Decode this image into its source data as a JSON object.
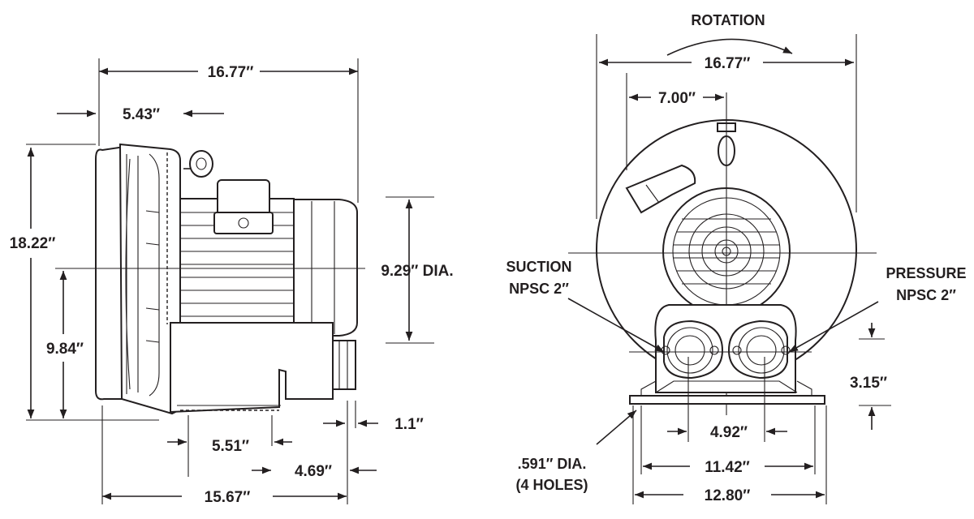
{
  "side_view": {
    "overall_length": "16.77″",
    "inlet_offset": "5.43″",
    "height": "18.22″",
    "motor_dia": "9.29″ DIA.",
    "center_height": "9.84″",
    "foot_span": "5.51″",
    "flange_offset": "1.1″",
    "port_offset": "4.69″",
    "base_length": "15.67″"
  },
  "front_view": {
    "rotation_label": "ROTATION",
    "overall_width": "16.77″",
    "half_width": "7.00″",
    "suction_label": "SUCTION",
    "suction_size": "NPSC 2″",
    "pressure_label": "PRESSURE",
    "pressure_size": "NPSC 2″",
    "port_height": "3.15″",
    "port_spacing": "4.92″",
    "hole_spacing": "11.42″",
    "base_width": "12.80″",
    "hole_dia": ".591″ DIA.",
    "hole_count": "(4 HOLES)"
  }
}
